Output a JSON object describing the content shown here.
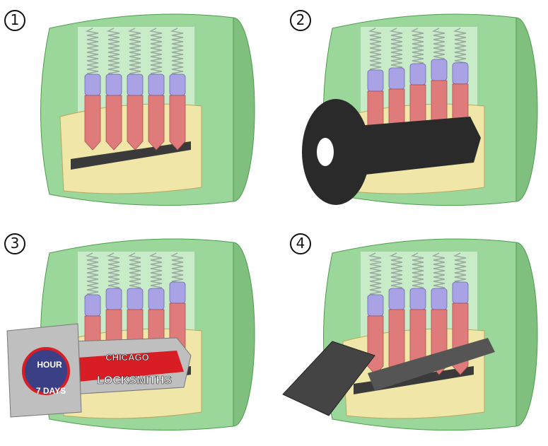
{
  "steps": [
    "1",
    "2",
    "3",
    "4"
  ],
  "colors": {
    "shell": "#9bd69b",
    "shell_edge": "#4c9c4c",
    "plug": "#f0e6a8",
    "key_pin": "#e07b7b",
    "driver_pin": "#a9a3e6",
    "spring": "#9aa8a0",
    "key_black": "#2a2a2a",
    "key_steel": "#bfbfbf",
    "brand_red": "#d81e24"
  },
  "pin_heights": {
    "panel1": [
      0.55,
      0.55,
      0.55,
      0.55,
      0.55
    ],
    "panel2": [
      0.45,
      0.4,
      0.3,
      0.2,
      0.28
    ],
    "panel3": [
      0.45,
      0.3,
      0.3,
      0.3,
      0.15
    ],
    "panel4": [
      0.45,
      0.3,
      0.3,
      0.3,
      0.15
    ]
  },
  "key_branding": {
    "line1": "CHICAGO",
    "line2": "LOCKSMITHS",
    "badge_top": "HOUR",
    "badge_bottom": "7 DAYS"
  }
}
